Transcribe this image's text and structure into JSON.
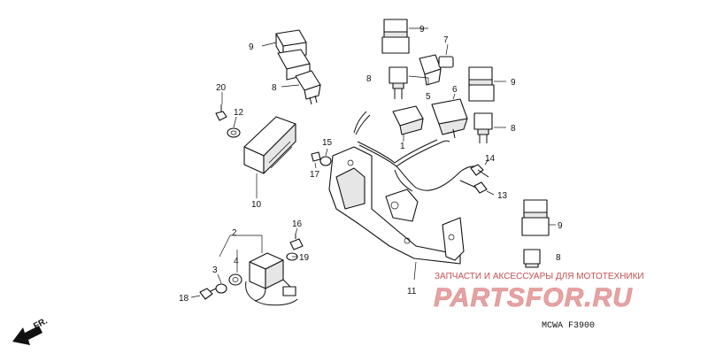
{
  "callouts": [
    {
      "id": "c1",
      "text": "1"
    },
    {
      "id": "c2",
      "text": "2"
    },
    {
      "id": "c3",
      "text": "3"
    },
    {
      "id": "c4",
      "text": "4"
    },
    {
      "id": "c5",
      "text": "5"
    },
    {
      "id": "c6",
      "text": "6"
    },
    {
      "id": "c7",
      "text": "7"
    },
    {
      "id": "c8a",
      "text": "8"
    },
    {
      "id": "c8b",
      "text": "8"
    },
    {
      "id": "c8c",
      "text": "8"
    },
    {
      "id": "c8d",
      "text": "8"
    },
    {
      "id": "c9a",
      "text": "9"
    },
    {
      "id": "c9b",
      "text": "9"
    },
    {
      "id": "c9c",
      "text": "9"
    },
    {
      "id": "c9d",
      "text": "9"
    },
    {
      "id": "c10",
      "text": "10"
    },
    {
      "id": "c11",
      "text": "11"
    },
    {
      "id": "c12",
      "text": "12"
    },
    {
      "id": "c13",
      "text": "13"
    },
    {
      "id": "c14",
      "text": "14"
    },
    {
      "id": "c15",
      "text": "15"
    },
    {
      "id": "c16",
      "text": "16"
    },
    {
      "id": "c17",
      "text": "17"
    },
    {
      "id": "c18",
      "text": "18"
    },
    {
      "id": "c19",
      "text": "19"
    },
    {
      "id": "c20",
      "text": "20"
    }
  ],
  "direction_label": "FR.",
  "diagram_code": "MCWA  F3900",
  "watermark": {
    "tagline": "ЗАПЧАСТИ И АКСЕССУАРЫ ДЛЯ МОТОТЕХНИКИ",
    "brand": "PARTSFOR.RU",
    "tagline_color": "#c0504d",
    "brand_color": "#e7a3a3"
  }
}
